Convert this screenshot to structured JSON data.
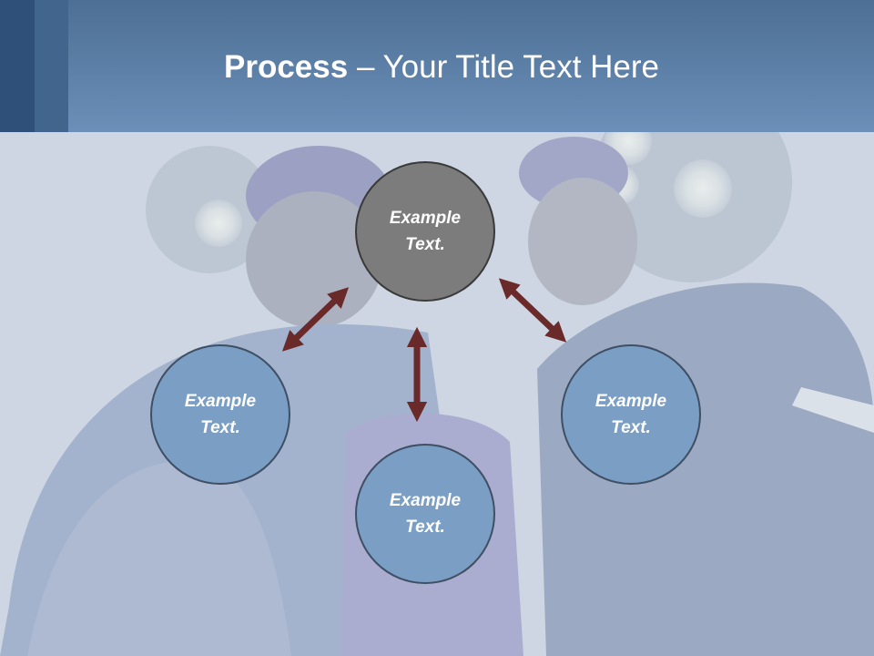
{
  "slide": {
    "title_bold": "Process",
    "title_rest": " – Your Title Text Here"
  },
  "diagram": {
    "center_label": "Example Text.",
    "left_label": "Example Text.",
    "bottom_label": "Example Text.",
    "right_label": "Example Text."
  },
  "colors": {
    "header_top": "#4d6f95",
    "header_bottom": "#6b8fb8",
    "center_fill": "#7c7c7c",
    "node_fill": "#7a9ec4",
    "arrow": "#6b2a2a"
  }
}
